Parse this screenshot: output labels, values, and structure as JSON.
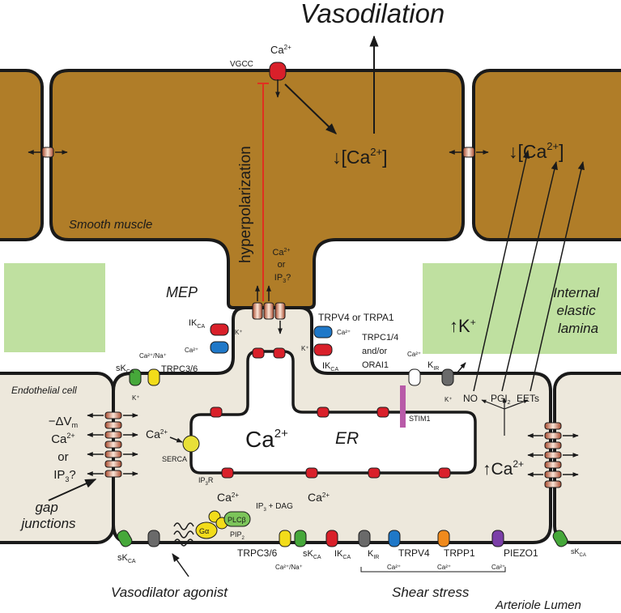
{
  "labels": {
    "title": "Vasodilation",
    "ca_top": "Ca",
    "vgcc": "VGCC",
    "hyperpolarization": "hyperpolarization",
    "smooth_muscle": "Smooth muscle",
    "mep": "MEP",
    "ca_or_ip3_q": "Ca",
    "or": "or",
    "ip3_q": "IP",
    "ikca_left": "IK",
    "trpv4_trpa1": "TRPV4 or TRPA1",
    "trpc14": "TRPC1/4",
    "and_or": "and/or",
    "orai1": "ORAI1",
    "kir_right": "K",
    "ikca_right": "IK",
    "internal_line1": "Internal",
    "internal_line2": "elastic",
    "internal_line3": "lamina",
    "k_plus_up": "K",
    "skca_top": "sK",
    "ca_na_top": "Ca²⁺/Na⁺",
    "trpc36_top": "TRPC3/6",
    "endothelial_cell": "Endothelial cell",
    "delta_vm": "−ΔV",
    "ca_gj": "Ca",
    "or_gj": "or",
    "ip3_gj": "IP",
    "gap_line1": "gap",
    "gap_line2": "junctions",
    "ca_er": "Ca",
    "er": "ER",
    "stim1": "STIM1",
    "ca_serca": "Ca",
    "serca": "SERCA",
    "ip3r": "IP",
    "ca_release_left": "Ca",
    "ca_release_mid": "Ca",
    "ca_right": "Ca",
    "no": "NO",
    "pgi2": "PGI",
    "eets": "EETs",
    "ip3_dag": "IP",
    "plcb": "PLCβ",
    "galpha": "Gα",
    "pip2": "PIP",
    "trpc36_bottom": "TRPC3/6",
    "skca_bottom": "sK",
    "ikca_bottom": "IK",
    "kir_bottom": "K",
    "trpv4_bottom": "TRPV4",
    "trpp1": "TRPP1",
    "piezo1": "PIEZO1",
    "ca_na_bottom": "Ca²⁺/Na⁺",
    "skca_left_bottom": "sK",
    "skca_right_bottom": "sK",
    "vasodilator_agonist": "Vasodilator agonist",
    "shear_stress": "Shear stress",
    "arteriole_lumen": "Arteriole Lumen",
    "ca_conc_left": "↓[Ca",
    "ca_conc_right": "↓[Ca",
    "k_small": "K⁺",
    "ca_small": "Ca²⁺"
  },
  "colors": {
    "smooth_muscle": "#b07d28",
    "endothelium": "#ede8dc",
    "elastic_lamina": "#bfe0a0",
    "channel_red": "#d9202a",
    "channel_blue": "#1f78c8",
    "channel_green": "#46a83a",
    "channel_yellow": "#f2dc1a",
    "channel_gray": "#6a6a6a",
    "channel_orange": "#f08a1c",
    "channel_purple": "#7b3fa8",
    "stim1": "#b85aa8",
    "hyperpolarization_line": "#e03020"
  }
}
